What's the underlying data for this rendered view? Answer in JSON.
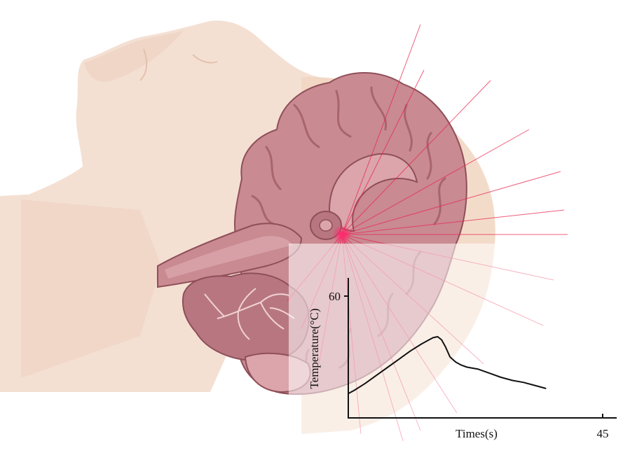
{
  "colors": {
    "background": "#ffffff",
    "skin": "#f4e0d3",
    "skin_shadow": "#ecd1c0",
    "head_halo": "#f1d5c1",
    "brain": "#c98a92",
    "brain_dark": "#a8646f",
    "brain_light": "#dba5ab",
    "brain_outline": "#8f4f59",
    "cerebellum": "#b87780",
    "laser_ray": "#e8254f",
    "laser_focus": "#ff2a70",
    "chart_overlay": "rgba(255,255,255,0.55)",
    "axis": "#111111",
    "curve": "#111111"
  },
  "chart_data": {
    "type": "line",
    "xlabel": "Times(s)",
    "ylabel": "Temperature(°C)",
    "xlim": [
      0,
      45
    ],
    "ylim": [
      0,
      60
    ],
    "xticks": [
      45
    ],
    "yticks": [
      60
    ],
    "grid": false,
    "series": [
      {
        "x": [
          0,
          1,
          3,
          5,
          7,
          9,
          11,
          13,
          14,
          15,
          15.8,
          16.5,
          17.2,
          18,
          19,
          20,
          21,
          23,
          25,
          27,
          29,
          31,
          33,
          35
        ],
        "y": [
          12,
          13.5,
          17,
          21,
          25,
          29,
          33,
          36.5,
          38,
          39.5,
          40,
          38.5,
          35,
          30,
          27.5,
          26,
          25,
          24,
          22,
          20,
          18.5,
          17.5,
          16,
          14.5
        ]
      }
    ]
  }
}
